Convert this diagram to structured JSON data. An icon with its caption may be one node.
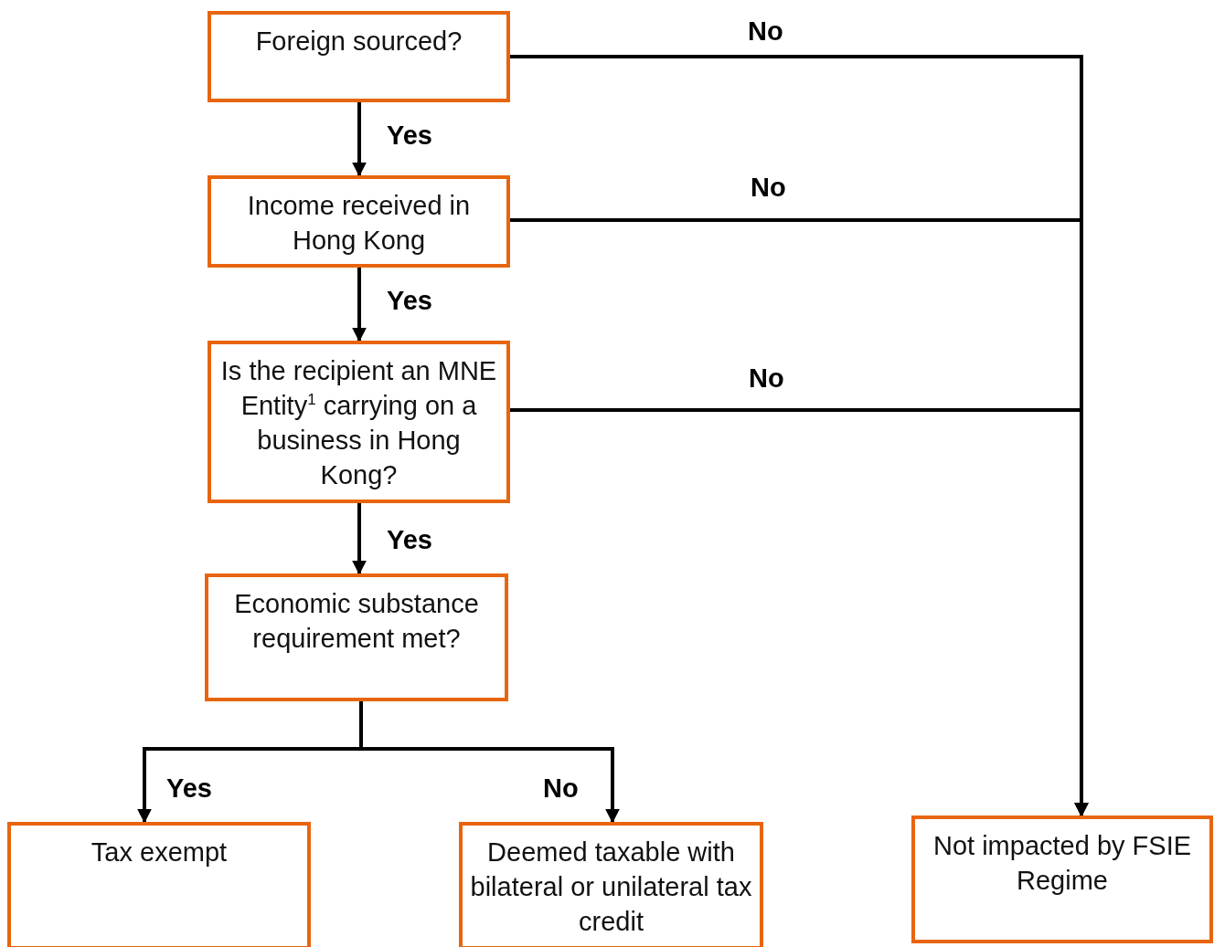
{
  "diagram": {
    "nodes": [
      {
        "text": [
          "Foreign sourced?"
        ]
      },
      {
        "text": [
          "Income received in Hong Kong"
        ]
      },
      {
        "text": [
          "Is the recipient an MNE Entity$^{1}$ carrying on a business in Hong Kong?"
        ]
      },
      {
        "text": [
          "Economic substance requirement met?"
        ]
      },
      {
        "text": [
          "Tax exempt"
        ]
      },
      {
        "text": [
          "Deemed taxable with bilateral or unilateral tax credit"
        ]
      },
      {
        "text": [
          "Not impacted by FSIE Regime"
        ]
      }
    ],
    "edges": [
      {
        "from": 0,
        "to": 1,
        "arrow": "to",
        "label": "Yes"
      },
      {
        "from": 1,
        "to": 2,
        "arrow": "to",
        "label": "Yes"
      },
      {
        "from": 2,
        "to": 3,
        "arrow": "to",
        "label": "Yes"
      },
      {
        "from": 3,
        "to": 4,
        "arrow": "to",
        "label": "Yes"
      },
      {
        "from": 3,
        "to": 5,
        "arrow": "to",
        "label": "No"
      },
      {
        "from": 0,
        "to": 6,
        "arrow": "to",
        "label": "No"
      },
      {
        "from": 1,
        "to": 6,
        "arrow": "to",
        "label": "No"
      },
      {
        "from": 2,
        "to": 6,
        "arrow": "to",
        "label": "No"
      }
    ]
  }
}
